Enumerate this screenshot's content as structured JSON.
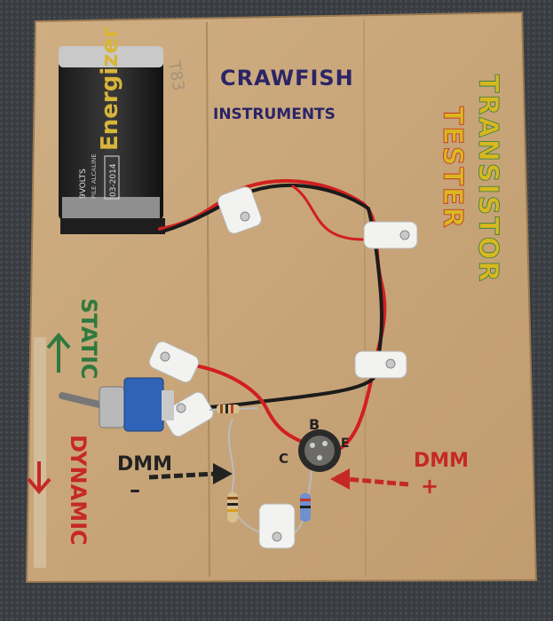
{
  "board": {
    "title_line1": "CRAWFISH",
    "title_line2": "INSTRUMENTS",
    "vertical_title_1": "TRANSISTOR",
    "vertical_title_2": "TESTER",
    "static_label": "STATIC",
    "dynamic_label": "DYNAMIC",
    "dmm_minus_label": "DMM",
    "dmm_minus_sign": "–",
    "dmm_plus_label": "DMM",
    "dmm_plus_sign": "+",
    "socket_b": "B",
    "socket_c": "C",
    "socket_e": "E"
  },
  "battery": {
    "brand": "Energizer",
    "voltage": "9VOLTS",
    "type": "PILE ALCALINE",
    "code": "03-2014"
  },
  "colors": {
    "cardboard": "#c9a679",
    "carpet": "#3b3f44",
    "red_wire": "#d21f1f",
    "black_wire": "#1b1b1b",
    "marker_blue": "#2b2466",
    "marker_green": "#2f7a3e",
    "marker_red": "#c62828",
    "marker_yellow": "#d8b820"
  }
}
